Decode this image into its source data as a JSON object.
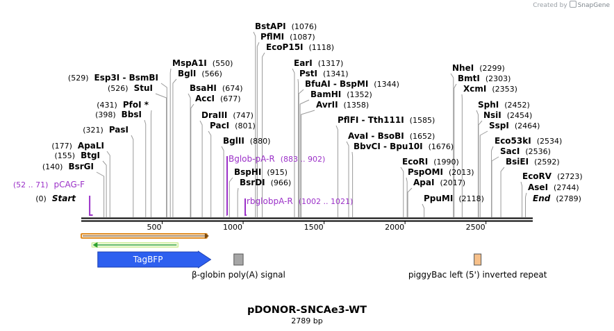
{
  "branding": {
    "created_by": "Created by",
    "product": "SnapGene"
  },
  "plasmid": {
    "name": "pDONOR-SNCAe3-WT",
    "size_label": "2789 bp",
    "length": 2789
  },
  "colors": {
    "backbone": "#000000",
    "site_line": "#9a9a9a",
    "primer": "#9b30c8",
    "feature_tagbfp": "#2d5fef",
    "feature_orf_outline": "#e08a1e",
    "feature_orf_green": "#2ea22e",
    "polyA": "#a6a6a6",
    "itr": "#f7c08a",
    "text": "#000000"
  },
  "axis_ticks": [
    {
      "pos": 500,
      "label": "500"
    },
    {
      "pos": 1000,
      "label": "1000"
    },
    {
      "pos": 1500,
      "label": "1500"
    },
    {
      "pos": 2000,
      "label": "2000"
    },
    {
      "pos": 2500,
      "label": "2500"
    }
  ],
  "sites": [
    {
      "name": "Start",
      "pos": 0,
      "num": "(0)",
      "side": "right",
      "style": "bolditalic"
    },
    {
      "name": "BsrGI",
      "pos": 140,
      "num": "(140)",
      "side": "right"
    },
    {
      "name": "BtgI",
      "pos": 155,
      "num": "(155)",
      "side": "right"
    },
    {
      "name": "ApaLI",
      "pos": 177,
      "num": "(177)",
      "side": "right"
    },
    {
      "name": "PasI",
      "pos": 321,
      "num": "(321)",
      "side": "right"
    },
    {
      "name": "BbsI",
      "pos": 398,
      "num": "(398)",
      "side": "right"
    },
    {
      "name": "PfoI *",
      "pos": 431,
      "num": "(431)",
      "side": "right"
    },
    {
      "name": "StuI",
      "pos": 526,
      "num": "(526)",
      "side": "right"
    },
    {
      "name": "Esp3I  -  BsmBI",
      "pos": 529,
      "num": "(529)",
      "side": "right"
    },
    {
      "name": "MspA1I",
      "pos": 550,
      "num": "(550)",
      "side": "left"
    },
    {
      "name": "BglI",
      "pos": 566,
      "num": "(566)",
      "side": "left"
    },
    {
      "name": "BsaHI",
      "pos": 674,
      "num": "(674)",
      "side": "left"
    },
    {
      "name": "AccI",
      "pos": 677,
      "num": "(677)",
      "side": "left"
    },
    {
      "name": "DraIII",
      "pos": 747,
      "num": "(747)",
      "side": "left"
    },
    {
      "name": "PacI",
      "pos": 801,
      "num": "(801)",
      "side": "left"
    },
    {
      "name": "BglII",
      "pos": 880,
      "num": "(880)",
      "side": "left"
    },
    {
      "name": "BspHI",
      "pos": 915,
      "num": "(915)",
      "side": "left"
    },
    {
      "name": "BsrDI",
      "pos": 966,
      "num": "(966)",
      "side": "left"
    },
    {
      "name": "BstAPI",
      "pos": 1076,
      "num": "(1076)",
      "side": "left"
    },
    {
      "name": "PflMI",
      "pos": 1087,
      "num": "(1087)",
      "side": "left"
    },
    {
      "name": "EcoP15I",
      "pos": 1118,
      "num": "(1118)",
      "side": "left"
    },
    {
      "name": "EarI",
      "pos": 1317,
      "num": "(1317)",
      "side": "left"
    },
    {
      "name": "PstI",
      "pos": 1341,
      "num": "(1341)",
      "side": "left"
    },
    {
      "name": "BfuAI  -  BspMI",
      "pos": 1344,
      "num": "(1344)",
      "side": "left"
    },
    {
      "name": "BamHI",
      "pos": 1352,
      "num": "(1352)",
      "side": "left"
    },
    {
      "name": "AvrII",
      "pos": 1358,
      "num": "(1358)",
      "side": "left"
    },
    {
      "name": "PflFI  -  Tth111I",
      "pos": 1585,
      "num": "(1585)",
      "side": "left"
    },
    {
      "name": "AvaI  -  BsoBI",
      "pos": 1652,
      "num": "(1652)",
      "side": "left"
    },
    {
      "name": "BbvCI  -  Bpu10I",
      "pos": 1676,
      "num": "(1676)",
      "side": "left"
    },
    {
      "name": "EcoRI",
      "pos": 1990,
      "num": "(1990)",
      "side": "left"
    },
    {
      "name": "PspOMI",
      "pos": 2013,
      "num": "(2013)",
      "side": "left"
    },
    {
      "name": "ApaI",
      "pos": 2017,
      "num": "(2017)",
      "side": "left"
    },
    {
      "name": "PpuMI",
      "pos": 2118,
      "num": "(2118)",
      "side": "left"
    },
    {
      "name": "NheI",
      "pos": 2299,
      "num": "(2299)",
      "side": "left"
    },
    {
      "name": "BmtI",
      "pos": 2303,
      "num": "(2303)",
      "side": "left"
    },
    {
      "name": "XcmI",
      "pos": 2353,
      "num": "(2353)",
      "side": "left"
    },
    {
      "name": "SphI",
      "pos": 2452,
      "num": "(2452)",
      "side": "left"
    },
    {
      "name": "NsiI",
      "pos": 2454,
      "num": "(2454)",
      "side": "left"
    },
    {
      "name": "SspI",
      "pos": 2464,
      "num": "(2464)",
      "side": "left"
    },
    {
      "name": "Eco53kI",
      "pos": 2534,
      "num": "(2534)",
      "side": "left"
    },
    {
      "name": "SacI",
      "pos": 2536,
      "num": "(2536)",
      "side": "left"
    },
    {
      "name": "BsiEI",
      "pos": 2592,
      "num": "(2592)",
      "side": "left"
    },
    {
      "name": "EcoRV",
      "pos": 2723,
      "num": "(2723)",
      "side": "left"
    },
    {
      "name": "AseI",
      "pos": 2744,
      "num": "(2744)",
      "side": "left"
    },
    {
      "name": "End",
      "pos": 2789,
      "num": "(2789)",
      "side": "left",
      "style": "bolditalic"
    }
  ],
  "primers": [
    {
      "name": "pCAG-F",
      "range": "(52 .. 71)",
      "start": 52,
      "end": 71,
      "side": "right"
    },
    {
      "name": "Bglob-pA-R",
      "range": "(883 .. 902)",
      "start": 883,
      "end": 902,
      "side": "left"
    },
    {
      "name": "rbglobpA-R",
      "range": "(1002 .. 1021)",
      "start": 1002,
      "end": 1021,
      "side": "left"
    }
  ],
  "features": [
    {
      "name": "TagBFP",
      "start": 102,
      "end": 800,
      "direction": "forward",
      "type": "arrow"
    },
    {
      "name": "β-globin poly(A) signal",
      "start": 943,
      "end": 1000,
      "type": "box"
    },
    {
      "name": "piggyBac left (5') inverted repeat",
      "start": 2427,
      "end": 2467,
      "type": "box"
    }
  ],
  "orf_bars": [
    {
      "start": 0,
      "end": 789,
      "direction": "forward",
      "kind": "orange"
    },
    {
      "start": 66,
      "end": 598,
      "direction": "reverse",
      "kind": "green"
    }
  ]
}
